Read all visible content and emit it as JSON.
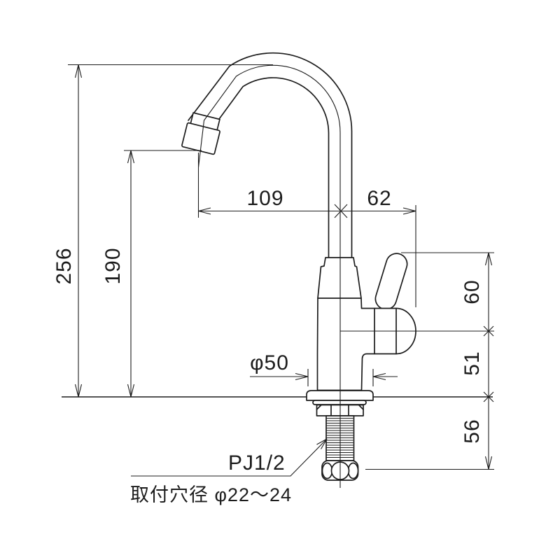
{
  "drawing": {
    "background": "#ffffff",
    "line_color": "#1c1c1c",
    "dimensions": {
      "overall_height": "256",
      "outlet_height": "190",
      "spout_reach": "109",
      "handle_offset": "62",
      "upper_body_height": "60",
      "lower_body_height": "51",
      "shank_length": "56",
      "base_diameter": "φ50"
    },
    "callouts": {
      "thread_spec": "PJ1/2",
      "mounting_hole": "取付穴径 φ22〜24"
    }
  }
}
